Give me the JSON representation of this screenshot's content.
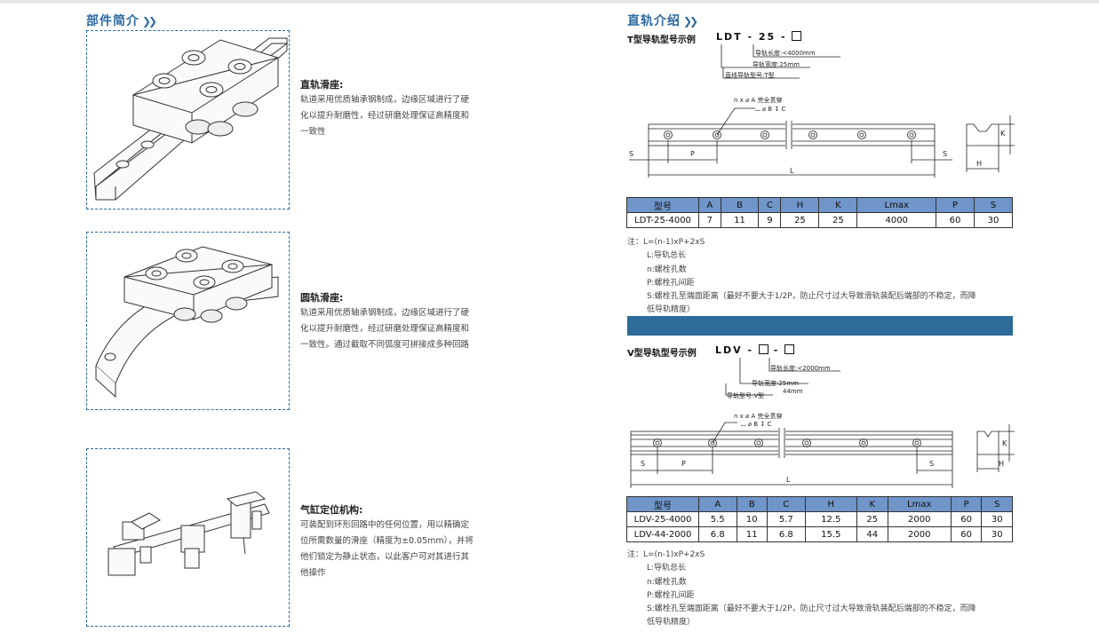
{
  "left": {
    "section_title": "部件简介",
    "parts": [
      {
        "title": "直轨滑座:",
        "desc": "轨道采用优质轴承钢制成，边缘区域进行了硬化以提升耐磨性，经过研磨处理保证高精度和一致性"
      },
      {
        "title": "圆轨滑座:",
        "desc": "轨道采用优质轴承钢制成，边缘区域进行了硬化以提升耐磨性，经过研磨处理保证高精度和一致性。通过截取不同弧度可拼接成多种回路"
      },
      {
        "title": "气缸定位机构:",
        "desc": "可装配到环形回路中的任何位置，用以精确定位所需数量的滑座（精度为±0.05mm），并将他们锁定为静止状态，以此客户可对其进行其他操作"
      }
    ]
  },
  "right": {
    "section_title": "直轨介绍",
    "t_type": {
      "caption": "T型导轨型号示例",
      "code": "LDT - 25 -",
      "lbl_length": "导轨长度:<4000mm",
      "lbl_width": "导轨宽度:25mm",
      "lbl_type": "直线导轨型号:T型",
      "lbl_hole1": "n x",
      "lbl_hole2": "A",
      "lbl_hole3": "完全贯穿",
      "lbl_hole4": "B",
      "lbl_hole5": "C",
      "dim_s": "S",
      "dim_p": "P",
      "dim_l": "L",
      "dim_s2": "S",
      "dim_h": "H",
      "dim_k": "K",
      "table": {
        "headers": [
          "型号",
          "A",
          "B",
          "C",
          "H",
          "K",
          "Lmax",
          "P",
          "S"
        ],
        "rows": [
          [
            "LDT-25-4000",
            "7",
            "11",
            "9",
            "25",
            "25",
            "4000",
            "60",
            "30"
          ]
        ]
      },
      "notes": [
        "注：L=(n-1)xP+2xS",
        "L:导轨总长",
        "n:螺栓孔数",
        "P:螺栓孔间距",
        "S:螺栓孔至端面距离（最好不要大于1/2P，防止尺寸过大导致滑轨装配后端部的不稳定，而降",
        "低导轨精度）"
      ]
    },
    "v_type": {
      "caption": "V型导轨型号示例",
      "code": "LDV -",
      "code_sep": "-",
      "lbl_length": "导轨长度:<2000mm",
      "lbl_width": "导轨宽度:25mm",
      "lbl_width2": "44mm",
      "lbl_type": "导轨型号:V型",
      "lbl_hole1": "n x",
      "lbl_hole2": "A",
      "lbl_hole3": "完全贯穿",
      "lbl_hole4": "B",
      "lbl_hole5": "C",
      "dim_s": "S",
      "dim_p": "P",
      "dim_l": "L",
      "dim_s2": "S",
      "dim_h": "H",
      "dim_k": "K",
      "table": {
        "headers": [
          "型号",
          "A",
          "B",
          "C",
          "H",
          "K",
          "Lmax",
          "P",
          "S"
        ],
        "rows": [
          [
            "LDV-25-4000",
            "5.5",
            "10",
            "5.7",
            "12.5",
            "25",
            "2000",
            "60",
            "30"
          ],
          [
            "LDV-44-2000",
            "6.8",
            "11",
            "6.8",
            "15.5",
            "44",
            "2000",
            "60",
            "30"
          ]
        ]
      },
      "notes": [
        "注：L=(n-1)xP+2xS",
        "L:导轨总长",
        "n:螺栓孔数",
        "P:螺栓孔间距",
        "S:螺栓孔至端面距离（最好不要大于1/2P，防止尺寸过大导致滑轨装配后端部的不稳定，而降",
        "低导轨精度）"
      ]
    },
    "colors": {
      "accent": "#2d6aa0",
      "band": "#2e6b98",
      "table_header": "#6f95c9"
    }
  }
}
